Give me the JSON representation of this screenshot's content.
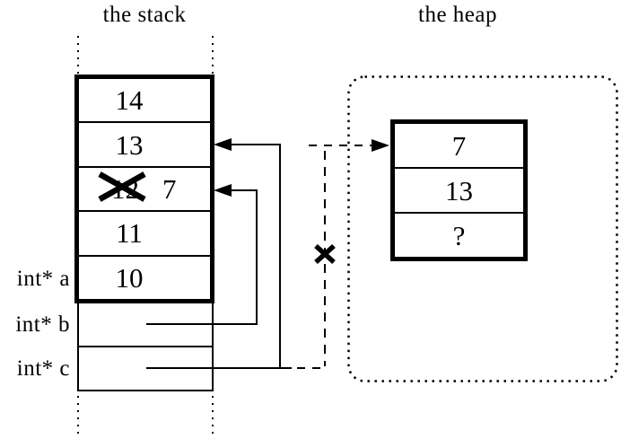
{
  "figure": {
    "background_color": "#ffffff",
    "line_color": "#000000"
  },
  "stack": {
    "title": "the stack",
    "cells": [
      "14",
      "13",
      "12",
      "11",
      "10"
    ],
    "overwritten_value": "7",
    "pointer_labels": [
      "int* a",
      "int* b",
      "int* c"
    ]
  },
  "heap": {
    "title": "the heap",
    "cells": [
      "7",
      "13",
      "?"
    ]
  }
}
